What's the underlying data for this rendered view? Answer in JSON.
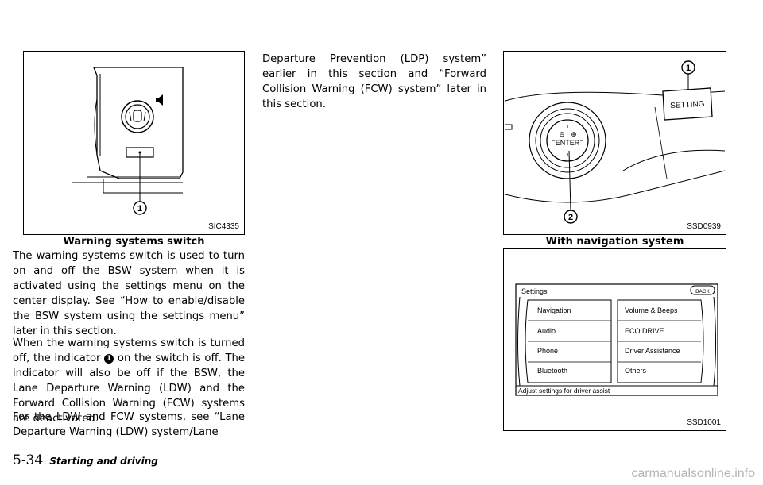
{
  "figures": {
    "switch": {
      "id": "SIC4335",
      "caption": "Warning systems switch",
      "callout": "1"
    },
    "navigation": {
      "id": "SSD0939",
      "caption": "With navigation system",
      "callouts": [
        "1",
        "2"
      ],
      "setting_label": "SETTING",
      "enter_label": "ENTER"
    },
    "settings_screen": {
      "id": "SSD1001",
      "title": "Settings",
      "back_label": "BACK",
      "left_items": [
        "Navigation",
        "Audio",
        "Phone",
        "Bluetooth"
      ],
      "right_items": [
        "Volume & Beeps",
        "ECO DRIVE",
        "Driver Assistance",
        "Others"
      ],
      "status": "Adjust settings for driver assist"
    }
  },
  "text": {
    "p1": "The warning systems switch is used to turn on and off the BSW system when it is activated using the settings menu on the center display. See “How to enable/disable the BSW system using the settings menu” later in this section.",
    "p2_before": "When the warning systems switch is turned off, the indicator",
    "p2_num": "1",
    "p2_after": "on the switch is off. The indicator will also be off if the BSW, the Lane Departure Warning (LDW) and the Forward Collision Warning (FCW) systems are deactivated.",
    "p3": "For the LDW and FCW systems, see “Lane Departure Warning (LDW) system/Lane",
    "p4": "Departure Prevention (LDP) system” earlier in this section and “Forward Collision Warning (FCW) system” later in this section."
  },
  "footer": {
    "page": "5-34",
    "section": "Starting and driving"
  },
  "watermark": "carmanualsonline.info"
}
